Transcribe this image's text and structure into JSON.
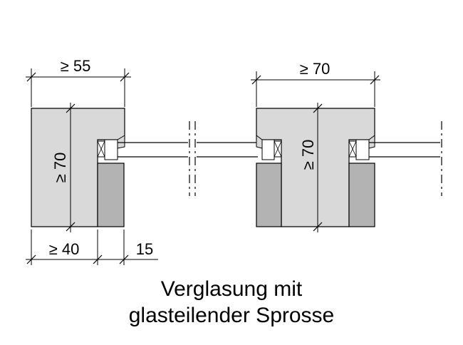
{
  "colors": {
    "light_wood": "#d9d9d9",
    "dark_wood": "#b3b3b3",
    "line": "#000000",
    "glass": "#ffffff"
  },
  "dimensions": {
    "left_width": "≥ 55",
    "right_width": "≥ 70",
    "left_height": "≥ 70",
    "right_height": "≥ 70",
    "bottom_left": "≥ 40",
    "bottom_right": "15"
  },
  "caption": {
    "line1": "Verglasung mit",
    "line2": "glasteilender Sprosse"
  }
}
